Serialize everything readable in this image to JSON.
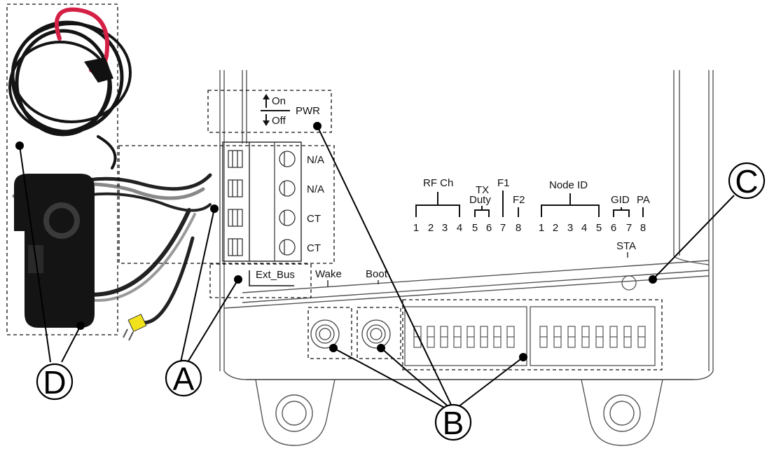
{
  "power_switch": {
    "on": "On",
    "off": "Off",
    "name": "PWR"
  },
  "terminals": [
    "N/A",
    "N/A",
    "CT",
    "CT"
  ],
  "ext_bus": "Ext_Bus",
  "buttons": {
    "wake": "Wake",
    "boot": "Boot"
  },
  "dip_labels": {
    "rf_ch": "RF Ch",
    "tx_duty": [
      "TX",
      "Duty"
    ],
    "f1": "F1",
    "f2": "F2",
    "node_id": "Node ID",
    "gid": "GID",
    "pa": "PA"
  },
  "dip_numbers": [
    "1",
    "2",
    "3",
    "4",
    "5",
    "6",
    "7",
    "8",
    "1",
    "2",
    "3",
    "4",
    "5",
    "6",
    "7",
    "8"
  ],
  "led": "STA",
  "callouts": {
    "a": "A",
    "b": "B",
    "c": "C",
    "d": "D"
  }
}
